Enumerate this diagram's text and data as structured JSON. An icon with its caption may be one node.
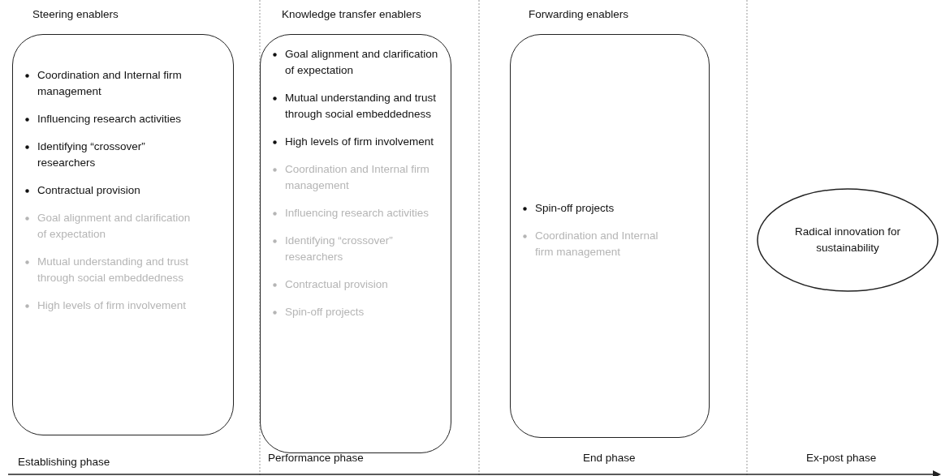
{
  "diagram": {
    "nodes": [
      {
        "text": [
          "Steering enablers",
          "Coordination and Internal firm management",
          "Influencing research activities",
          "Identifying “crossover” researchers",
          "Contractual provision",
          "Goal alignment and clarification of expectation",
          "Mutual understanding and trust through social embeddedness",
          "High levels of firm involvement"
        ]
      },
      {
        "text": [
          "Knowledge transfer enablers",
          "Goal alignment and clarification of expectation",
          "Mutual understanding and trust through social embeddedness",
          "High levels of firm involvement",
          "Coordination and Internal firm management",
          "Influencing research activities",
          "Identifying “crossover” researchers",
          "Contractual provision",
          "Spin-off projects"
        ]
      },
      {
        "text": [
          "Forwarding enablers",
          "Spin-off projects",
          "Coordination and Internal firm management"
        ]
      },
      {
        "text": [
          "Radical innovation for sustainability"
        ]
      }
    ],
    "labels": [
      "Establishing phase",
      "Performance phase",
      "End phase",
      "Ex-post phase"
    ]
  }
}
